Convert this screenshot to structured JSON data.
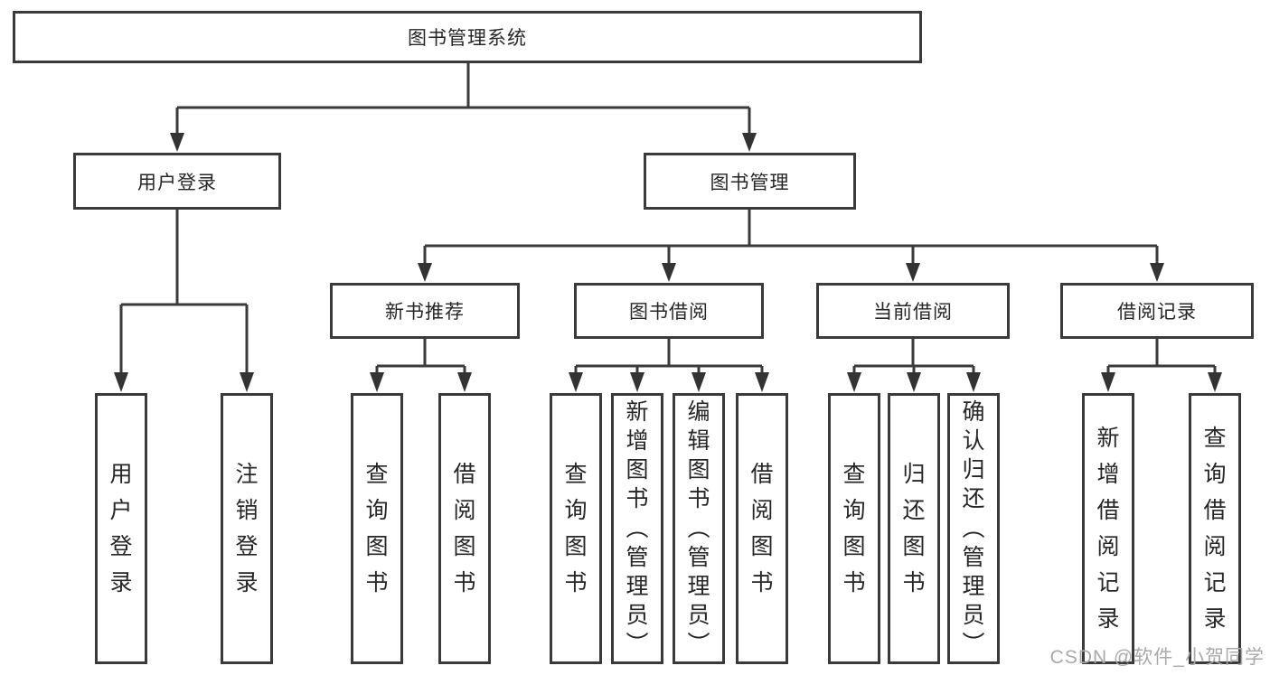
{
  "diagram": {
    "root": {
      "label": "图书管理系统"
    },
    "groups": {
      "login": {
        "label": "用户登录",
        "children": [
          "用户登录",
          "注销登录"
        ]
      },
      "mgmt": {
        "label": "图书管理"
      },
      "recommend": {
        "label": "新书推荐",
        "children": [
          "查询图书",
          "借阅图书"
        ]
      },
      "borrow": {
        "label": "图书借阅",
        "children": [
          "查询图书",
          "新增图书（管理员）",
          "编辑图书（管理员）",
          "借阅图书"
        ]
      },
      "current": {
        "label": "当前借阅",
        "children": [
          "查询图书",
          "归还图书",
          "确认归还（管理员）"
        ]
      },
      "records": {
        "label": "借阅记录",
        "children": [
          "新增借阅记录",
          "查询借阅记录"
        ]
      }
    },
    "watermark": "CSDN @软件_小贺同学"
  },
  "colors": {
    "line": "#3a3a3a",
    "text": "#262626",
    "box_background": "#ffffff",
    "watermark_text": "#a9a9a9"
  }
}
